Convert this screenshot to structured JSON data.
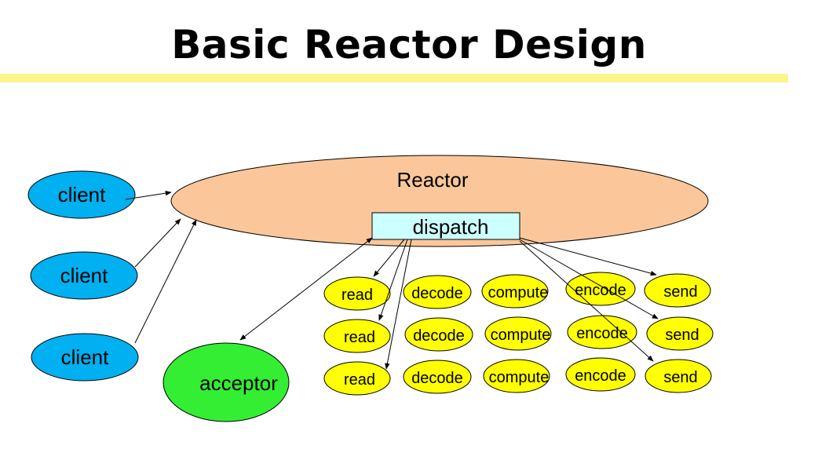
{
  "title": "Basic Reactor Design",
  "colors": {
    "title_bar": "#fbf58a",
    "reactor": "#fbc79a",
    "dispatch": "#ccffff",
    "client": "#00b0f0",
    "acceptor": "#33ee33",
    "handler": "#ffff00"
  },
  "reactor": {
    "label": "Reactor",
    "dispatch_label": "dispatch"
  },
  "clients": [
    {
      "label": "client"
    },
    {
      "label": "client"
    },
    {
      "label": "client"
    }
  ],
  "acceptor": {
    "label": "acceptor"
  },
  "handler_rows": [
    {
      "read": "read",
      "decode": "decode",
      "compute": "compute",
      "encode": "encode",
      "send": "send"
    },
    {
      "read": "read",
      "decode": "decode",
      "compute": "compute",
      "encode": "encode",
      "send": "send"
    },
    {
      "read": "read",
      "decode": "decode",
      "compute": "compute",
      "encode": "encode",
      "send": "send"
    }
  ]
}
